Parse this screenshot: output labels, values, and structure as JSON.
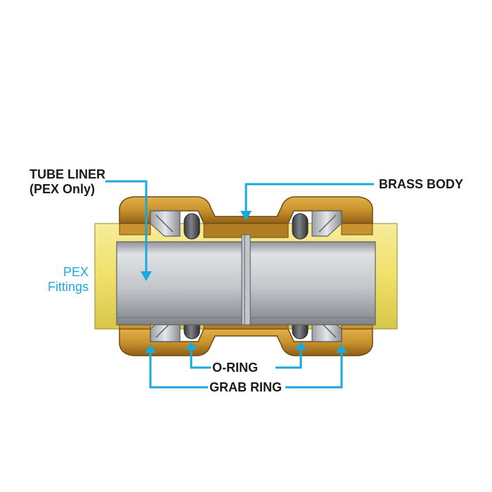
{
  "labels": {
    "tube_liner_line1": "TUBE LINER",
    "tube_liner_line2": "(PEX Only)",
    "brass_body": "BRASS BODY",
    "pex_line1": "PEX",
    "pex_line2": "Fittings",
    "o_ring": "O-RING",
    "grab_ring": "GRAB RING"
  },
  "colors": {
    "callout": "#1aa9de",
    "brass": "#c9922c",
    "brass_dark": "#8a5a12",
    "pipe_yellow": "#f0e06a",
    "liner_gray": "#b8bcc0",
    "text": "#1a1a1a"
  }
}
